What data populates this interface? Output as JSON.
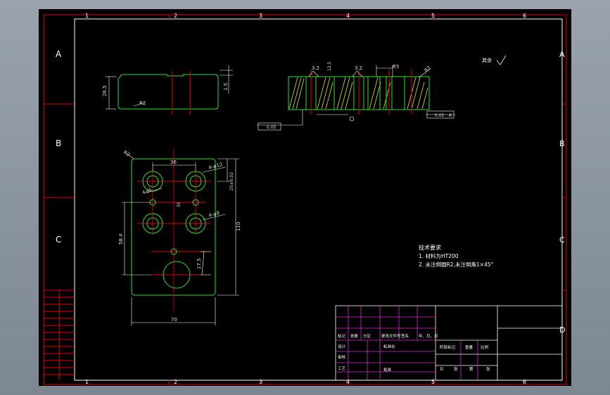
{
  "frame": {
    "cols_top": [
      "1",
      "2",
      "3",
      "4",
      "5",
      "6"
    ],
    "cols_bottom": [
      "1",
      "2",
      "3",
      "4",
      "5",
      "6"
    ],
    "rows_left": [
      "A",
      "B",
      "C"
    ],
    "rows_right": [
      "A",
      "B",
      "C",
      "D"
    ]
  },
  "drawing": {
    "roughness_note": "其余",
    "section_dims": {
      "d1": "26.5",
      "d2": "R2",
      "d3": "1.5",
      "d4": "3.2",
      "d5": "12.5",
      "d6": "R5",
      "d7": "R2",
      "d8": "0.05",
      "d9": "0.02",
      "d10": "A"
    },
    "plan_dims": {
      "p1": "R2",
      "p2": "36",
      "p3": "4-φ12",
      "p4": "4-φ5",
      "p5": "35",
      "p6": "4-φ9",
      "p7": "58.4",
      "p8": "110",
      "p9": "17.5",
      "p10": "70",
      "p11": "25±0.02"
    }
  },
  "notes": {
    "title": "技术要求",
    "line1": "1. 材料为HT200",
    "line2": "2. 未注倒圆R2,未注倒角1×45°"
  },
  "title_block": {
    "row_a": [
      "标记",
      "处数",
      "分区",
      "更改文件号",
      "签名",
      "年、月、日"
    ],
    "design": "设计",
    "standard": "标准化",
    "review": "审核",
    "process": "工艺",
    "approve": "批准",
    "stage": "阶段标记",
    "weight": "重量",
    "scale": "比例",
    "sheet_total": "共",
    "sheet": "张",
    "sheet_no": "第"
  }
}
